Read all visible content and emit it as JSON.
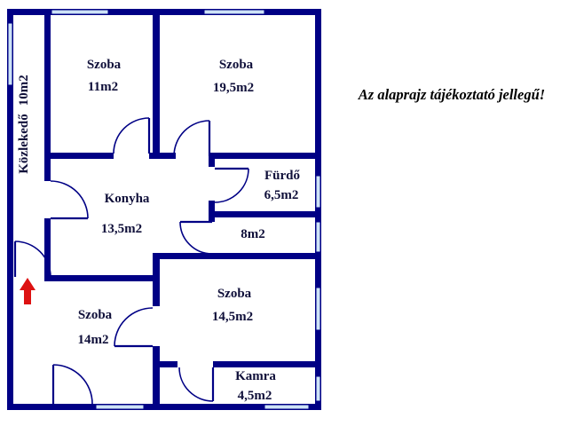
{
  "disclaimer": "Az alaprajz tájékoztató jellegű!",
  "colors": {
    "wall": "#000085",
    "window_fill": "#cde3f6",
    "entrance_arrow": "#dd1111",
    "room_label": "#10103a",
    "background": "#ffffff"
  },
  "rooms": {
    "kozlekedo": {
      "name": "Közlekedő",
      "area": "10m2"
    },
    "szoba11": {
      "name": "Szoba",
      "area": "11m2"
    },
    "szoba195": {
      "name": "Szoba",
      "area": "19,5m2"
    },
    "furdo": {
      "name": "Fürdő",
      "area": "6,5m2"
    },
    "room8": {
      "area": "8m2"
    },
    "konyha": {
      "name": "Konyha",
      "area": "13,5m2"
    },
    "szoba145": {
      "name": "Szoba",
      "area": "14,5m2"
    },
    "szoba14": {
      "name": "Szoba",
      "area": "14m2"
    },
    "kamra": {
      "name": "Kamra",
      "area": "4,5m2"
    }
  }
}
